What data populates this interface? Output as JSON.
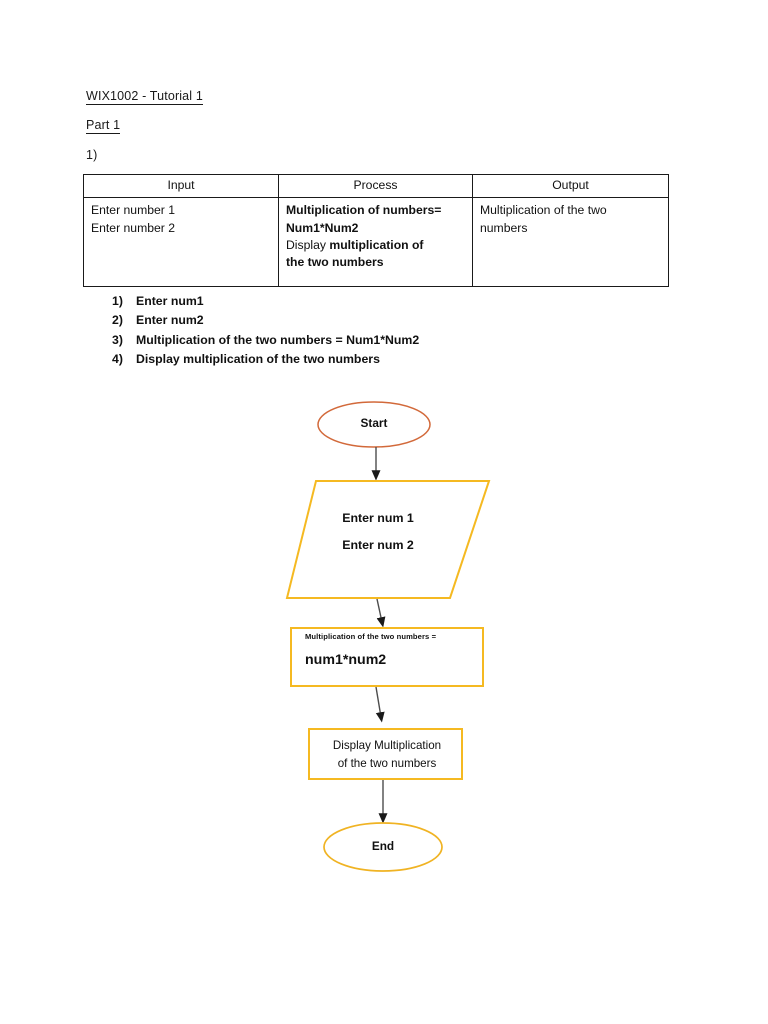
{
  "document": {
    "title": "WIX1002 - Tutorial 1",
    "section": "Part 1",
    "question_number": "1)"
  },
  "ipo_table": {
    "headers": [
      "Input",
      "Process",
      "Output"
    ],
    "rows": [
      {
        "input": [
          "Enter number 1",
          "Enter number 2"
        ],
        "process": [
          {
            "text": "Multiplication of numbers=",
            "bold": true
          },
          {
            "text": "Num1*Num2",
            "bold": true
          },
          {
            "text": "Display ",
            "bold": false,
            "bold_tail": "multiplication of"
          },
          {
            "text": "the two numbers",
            "bold": true
          }
        ],
        "process_lines": [
          "Multiplication of numbers=",
          "Num1*Num2",
          "Display multiplication of",
          "the two numbers"
        ],
        "process_line_1": "Multiplication of numbers=",
        "process_line_2": "Num1*Num2",
        "process_line_3_plain": "Display ",
        "process_line_3_bold": "multiplication of",
        "process_line_4": "the two numbers",
        "output": [
          "Multiplication of the two",
          "numbers"
        ],
        "input_line_1": "Enter number 1",
        "input_line_2": "Enter number 2",
        "output_line_1": "Multiplication of the two",
        "output_line_2": "numbers"
      }
    ]
  },
  "algorithm_steps": [
    {
      "num": "1)",
      "text": "Enter num1"
    },
    {
      "num": "2)",
      "text": "Enter num2"
    },
    {
      "num": "3)",
      "text": "Multiplication of the two numbers = Num1*Num2"
    },
    {
      "num": "4)",
      "text": "Display multiplication of the two numbers"
    }
  ],
  "flowchart": {
    "colors": {
      "start_oval_border": "#D2693A",
      "end_oval_border": "#F0B323",
      "shape_border": "#F5B921",
      "connector": "#4C4C4C",
      "arrowhead": "#1A1A1A"
    },
    "nodes": [
      {
        "id": "start",
        "shape": "oval",
        "label": "Start"
      },
      {
        "id": "input",
        "shape": "parallelogram",
        "label_line_1": "Enter num 1",
        "label_line_2": "Enter num 2"
      },
      {
        "id": "process",
        "shape": "rectangle",
        "label_small": "Multiplication of the two numbers =",
        "label_large": "num1*num2"
      },
      {
        "id": "display",
        "shape": "rectangle",
        "label_line_1": "Display Multiplication",
        "label_line_2": "of the two numbers"
      },
      {
        "id": "end",
        "shape": "oval",
        "label": "End"
      }
    ],
    "connectors": [
      {
        "from": "start",
        "to": "input"
      },
      {
        "from": "input",
        "to": "process"
      },
      {
        "from": "process",
        "to": "display"
      },
      {
        "from": "display",
        "to": "end"
      }
    ]
  }
}
